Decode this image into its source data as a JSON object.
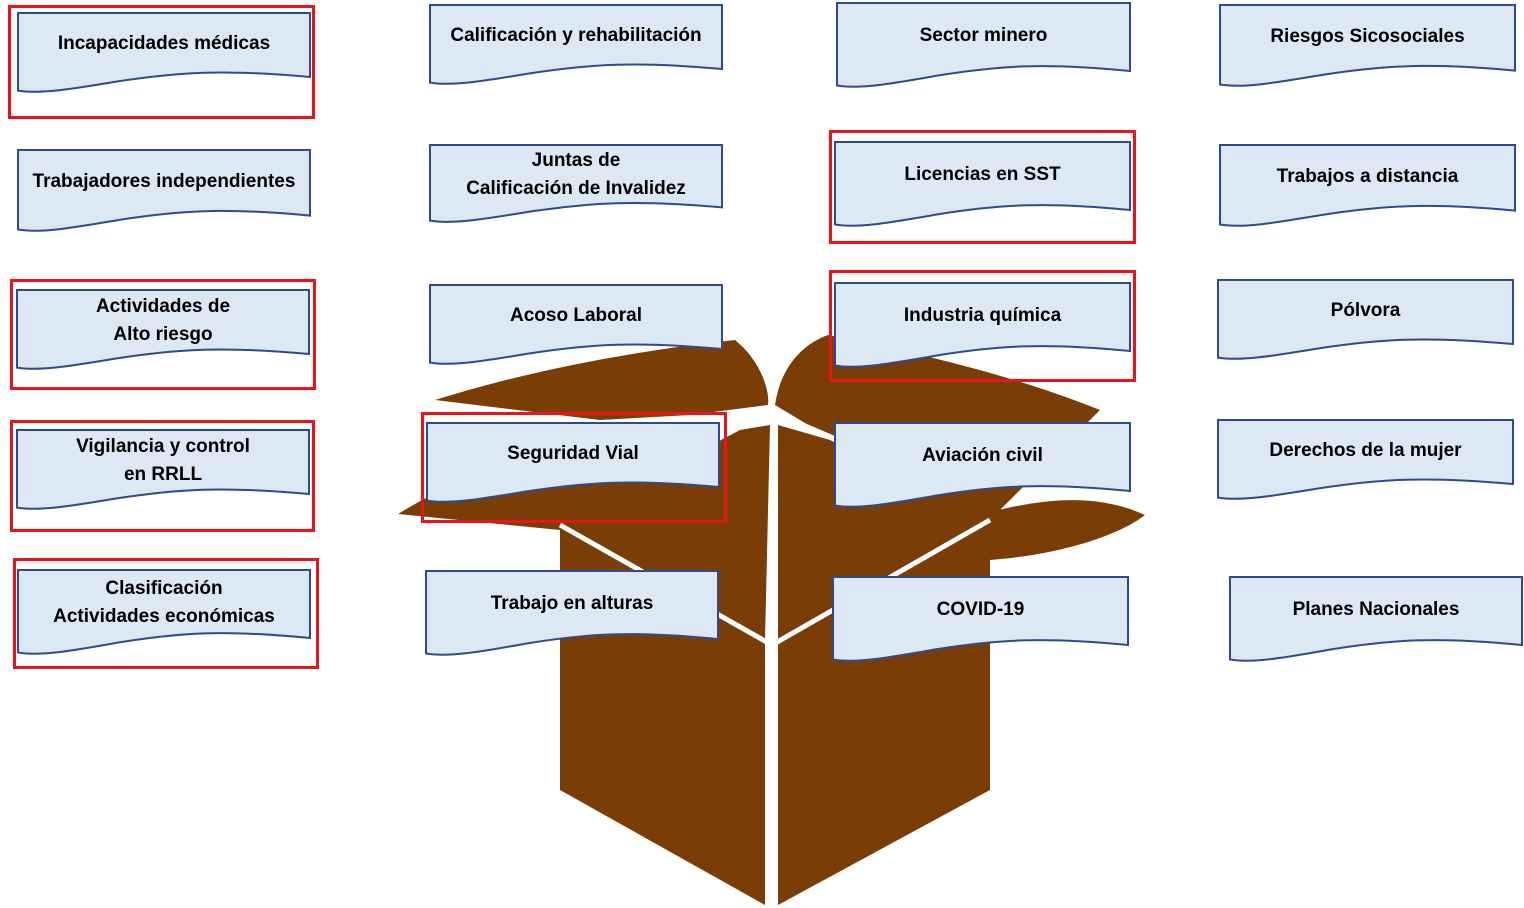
{
  "colors": {
    "card_fill": "#dde8f5",
    "card_stroke": "#2f4b8f",
    "highlight": "#e8141a",
    "box": "#7b3d06"
  },
  "cards": [
    {
      "id": "incapacidades",
      "label": "Incapacidades médicas",
      "highlighted": true
    },
    {
      "id": "calificacion",
      "label": "Calificación y rehabilitación",
      "highlighted": false
    },
    {
      "id": "minero",
      "label": "Sector minero",
      "highlighted": false
    },
    {
      "id": "sicosociales",
      "label": "Riesgos Sicosociales",
      "highlighted": false
    },
    {
      "id": "independientes",
      "label": "Trabajadores independientes",
      "highlighted": false
    },
    {
      "id": "juntas",
      "label": "Juntas de\nCalificación de Invalidez",
      "highlighted": false
    },
    {
      "id": "licencias",
      "label": "Licencias en SST",
      "highlighted": true
    },
    {
      "id": "distancia",
      "label": "Trabajos a distancia",
      "highlighted": false
    },
    {
      "id": "alto-riesgo",
      "label": "Actividades de\nAlto riesgo",
      "highlighted": true
    },
    {
      "id": "acoso",
      "label": "Acoso Laboral",
      "highlighted": false
    },
    {
      "id": "quimica",
      "label": "Industria química",
      "highlighted": true
    },
    {
      "id": "polvora",
      "label": "Pólvora",
      "highlighted": false
    },
    {
      "id": "vigilancia",
      "label": "Vigilancia y control\nen RRLL",
      "highlighted": true
    },
    {
      "id": "vial",
      "label": "Seguridad Vial",
      "highlighted": true
    },
    {
      "id": "aviacion",
      "label": "Aviación civil",
      "highlighted": false
    },
    {
      "id": "mujer",
      "label": "Derechos de la mujer",
      "highlighted": false
    },
    {
      "id": "clasificacion",
      "label": "Clasificación\nActividades económicas",
      "highlighted": true
    },
    {
      "id": "alturas",
      "label": "Trabajo en alturas",
      "highlighted": false
    },
    {
      "id": "covid",
      "label": "COVID-19",
      "highlighted": false
    },
    {
      "id": "planes",
      "label": "Planes Nacionales",
      "highlighted": false
    }
  ]
}
